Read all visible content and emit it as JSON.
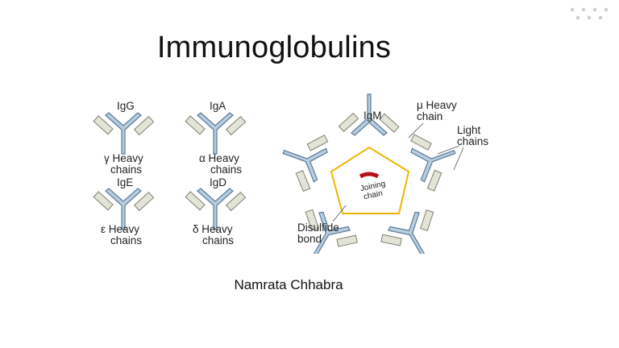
{
  "slide": {
    "title": "Immunoglobulins",
    "author": "Namrata Chhabra"
  },
  "figure": {
    "monomers": [
      {
        "name": "IgG",
        "heavy_line1": "γ Heavy",
        "heavy_line2": "chains"
      },
      {
        "name": "IgA",
        "heavy_line1": "α Heavy",
        "heavy_line2": "chains"
      },
      {
        "name": "IgE",
        "heavy_line1": "ε Heavy",
        "heavy_line2": "chains"
      },
      {
        "name": "IgD",
        "heavy_line1": "δ Heavy",
        "heavy_line2": "chains"
      }
    ],
    "igm": {
      "name": "IgM",
      "heavy_line1": "μ Heavy",
      "heavy_line2": "chain",
      "light_line1": "Light",
      "light_line2": "chains",
      "joining_line1": "Joining",
      "joining_line2": "chain",
      "disulfide_line1": "Disulfide",
      "disulfide_line2": "bond"
    },
    "colors": {
      "heavy_chain": "#b7cde0",
      "light_chain": "#e3e3d8",
      "joining_chain": "#b5121b",
      "disulfide": "#f0b400"
    }
  }
}
